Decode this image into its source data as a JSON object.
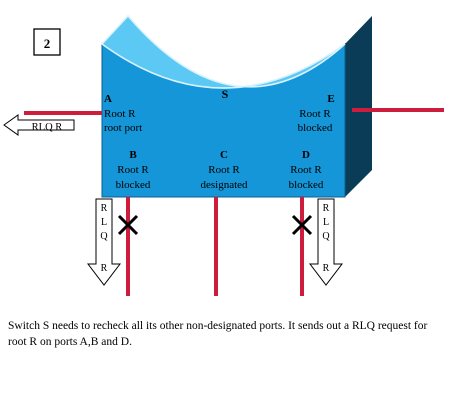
{
  "figure_number": "2",
  "switch_name": "S",
  "ports": {
    "A": {
      "letter": "A",
      "line1": "Root R",
      "line2": "root port"
    },
    "E": {
      "letter": "E",
      "line1": "Root R",
      "line2": "blocked"
    },
    "B": {
      "letter": "B",
      "line1": "Root R",
      "line2": "blocked"
    },
    "C": {
      "letter": "C",
      "line1": "Root R",
      "line2": "designated"
    },
    "D": {
      "letter": "D",
      "line1": "Root R",
      "line2": "blocked"
    }
  },
  "arrows": {
    "left_label": "RLQ R",
    "down_label": [
      "R",
      "L",
      "Q",
      "R"
    ]
  },
  "caption": "Switch S needs to recheck all its other non-designated ports. It sends out a RLQ request for root R on ports A,B and D.",
  "colors": {
    "body_front": "#1496d8",
    "body_side": "#0a3c58",
    "top_surface": "#5cc8f4",
    "wire": "#cc1e3c"
  }
}
